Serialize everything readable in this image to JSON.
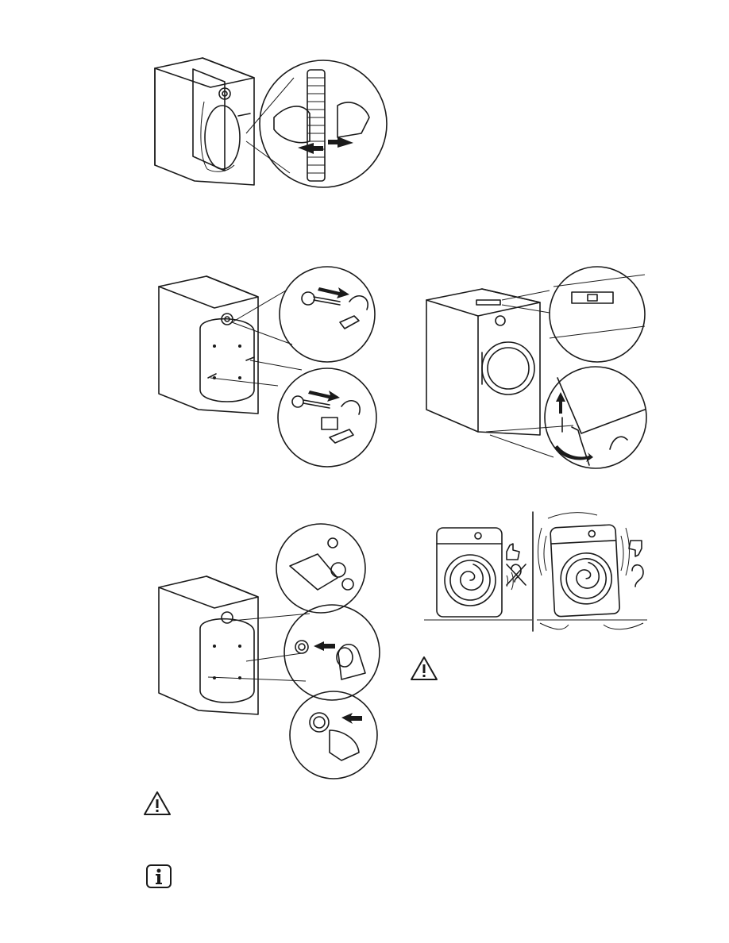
{
  "page": {
    "background": "#ffffff",
    "line_color": "#1a1a1a"
  },
  "figures": [
    {
      "id": "remove-hose-clips",
      "icon": "illustration"
    },
    {
      "id": "remove-transit-bolts",
      "icon": "illustration"
    },
    {
      "id": "level-appliance",
      "icon": "illustration"
    },
    {
      "id": "insert-plastic-caps",
      "icon": "illustration"
    },
    {
      "id": "correct-vs-incorrect-leveling",
      "icon": "illustration"
    }
  ],
  "notices": [
    {
      "type": "warning",
      "icon": "warning-triangle-icon"
    },
    {
      "type": "warning",
      "icon": "warning-triangle-icon"
    },
    {
      "type": "info",
      "icon": "info-icon"
    }
  ]
}
